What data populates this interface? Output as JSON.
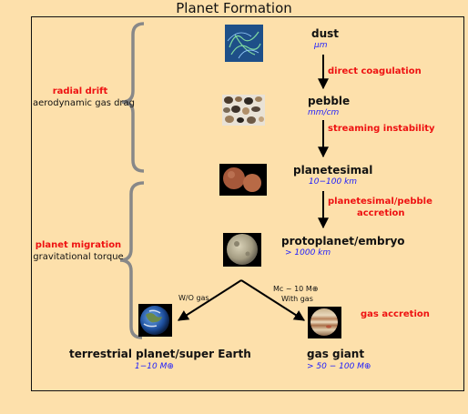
{
  "title": "Planet Formation",
  "stages": {
    "dust": {
      "name": "dust",
      "size": "μm"
    },
    "pebble": {
      "name": "pebble",
      "size": "mm/cm"
    },
    "planetesimal": {
      "name": "planetesimal",
      "size": "10−100 km"
    },
    "protoplanet": {
      "name": "protoplanet/embryo",
      "size": "> 1000 km"
    },
    "terrestrial": {
      "name": "terrestrial planet/super Earth",
      "size": "1−10 M⊕"
    },
    "gas_giant": {
      "name": "gas giant",
      "size": "> 50 − 100 M⊕"
    }
  },
  "processes": {
    "coagulation": "direct coagulation",
    "streaming": "streaming instability",
    "accretion_line1": "planetesimal/pebble",
    "accretion_line2": "accretion",
    "gas_accretion": "gas accretion"
  },
  "side_brackets": {
    "top": {
      "mechanism": "radial drift",
      "cause": "aerodynamic gas drag"
    },
    "bottom": {
      "mechanism": "planet migration",
      "cause": "gravitational torque"
    }
  },
  "branches": {
    "left": "W/O gas",
    "right_line1": "Mc ~ 10 M⊕",
    "right_line2": "With gas"
  },
  "colors": {
    "background": "#fde0ab",
    "process_text": "#ee1111",
    "unit_text": "#1a1aff",
    "bracket": "#888888"
  }
}
